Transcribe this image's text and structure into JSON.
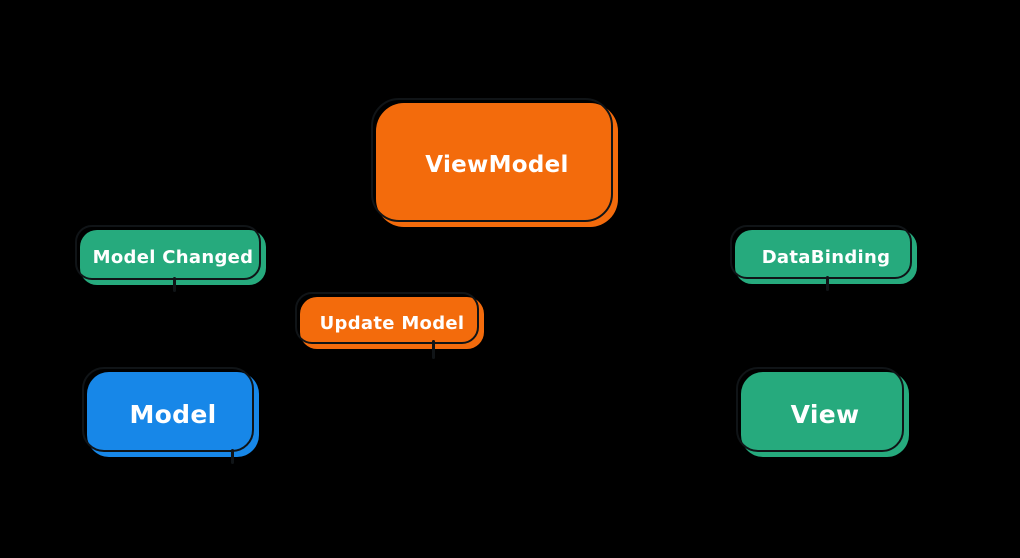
{
  "diagram": {
    "nodes": [
      {
        "id": "viewmodel",
        "label": "ViewModel",
        "color": "#F36B0C"
      },
      {
        "id": "model-changed",
        "label": "Model Changed",
        "color": "#26AA7D"
      },
      {
        "id": "databinding",
        "label": "DataBinding",
        "color": "#26AA7D"
      },
      {
        "id": "update-model",
        "label": "Update Model",
        "color": "#F36B0C"
      },
      {
        "id": "model",
        "label": "Model",
        "color": "#1787E8"
      },
      {
        "id": "view",
        "label": "View",
        "color": "#26AA7D"
      }
    ],
    "colors": {
      "background": "#000000",
      "outline": "#101417",
      "text": "#FFFFFF"
    }
  }
}
